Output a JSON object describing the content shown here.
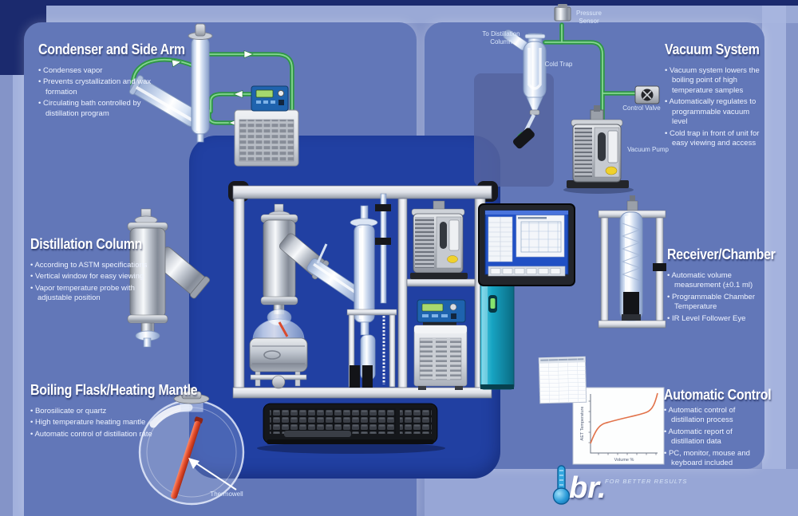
{
  "sections": {
    "condenser": {
      "title": "Condenser and Side Arm",
      "bullets": [
        "Condenses vapor",
        "Prevents crystallization and wax formation",
        "Circulating bath controlled by distillation program"
      ]
    },
    "vacuum": {
      "title": "Vacuum System",
      "bullets": [
        "Vacuum system lowers the boiling point of high temperature samples",
        "Automatically regulates to programmable vacuum level",
        "Cold trap in front of unit for easy viewing and access"
      ]
    },
    "column": {
      "title": "Distillation Column",
      "bullets": [
        "According to ASTM specifications",
        "Vertical window for easy viewing",
        "Vapor temperature probe with adjustable position"
      ]
    },
    "receiver": {
      "title": "Receiver/Chamber",
      "bullets": [
        "Automatic volume measurement (±0.1 ml)",
        "Programmable Chamber Temperature",
        "IR Level Follower Eye"
      ]
    },
    "flask": {
      "title": "Boiling Flask/Heating Mantle",
      "bullets": [
        "Borosilicate or quartz",
        "High temperature heating mantle",
        "Automatic control of distillation rate"
      ]
    },
    "control": {
      "title": "Automatic Control",
      "bullets": [
        "Automatic control of distillation process",
        "Automatic report of distillation data",
        "PC, monitor, mouse and keyboard included"
      ]
    }
  },
  "labels": {
    "pressure_sensor": "Pressure Sensor",
    "to_distillation_column": "To Distillation Column",
    "cold_trap": "Cold Trap",
    "control_valve": "Control Valve",
    "vacuum_pump": "Vacuum Pump",
    "thermowell": "Thermowell"
  },
  "logo": {
    "mark": "br.",
    "tagline": "FOR BETTER RESULTS"
  },
  "report_chart": {
    "x_label": "Volume %",
    "y_label": "AET Temperature"
  },
  "colors": {
    "panel_blue": "#6277b8",
    "deep_blue": "#2140a2",
    "navy": "#1b2a6e",
    "tube_green": "#2f9746",
    "teal_tower": "#17a3c2",
    "highlight_yellow": "#f0d12c",
    "curve_orange": "#e2734b",
    "thermowell_red": "#e04a2a"
  }
}
